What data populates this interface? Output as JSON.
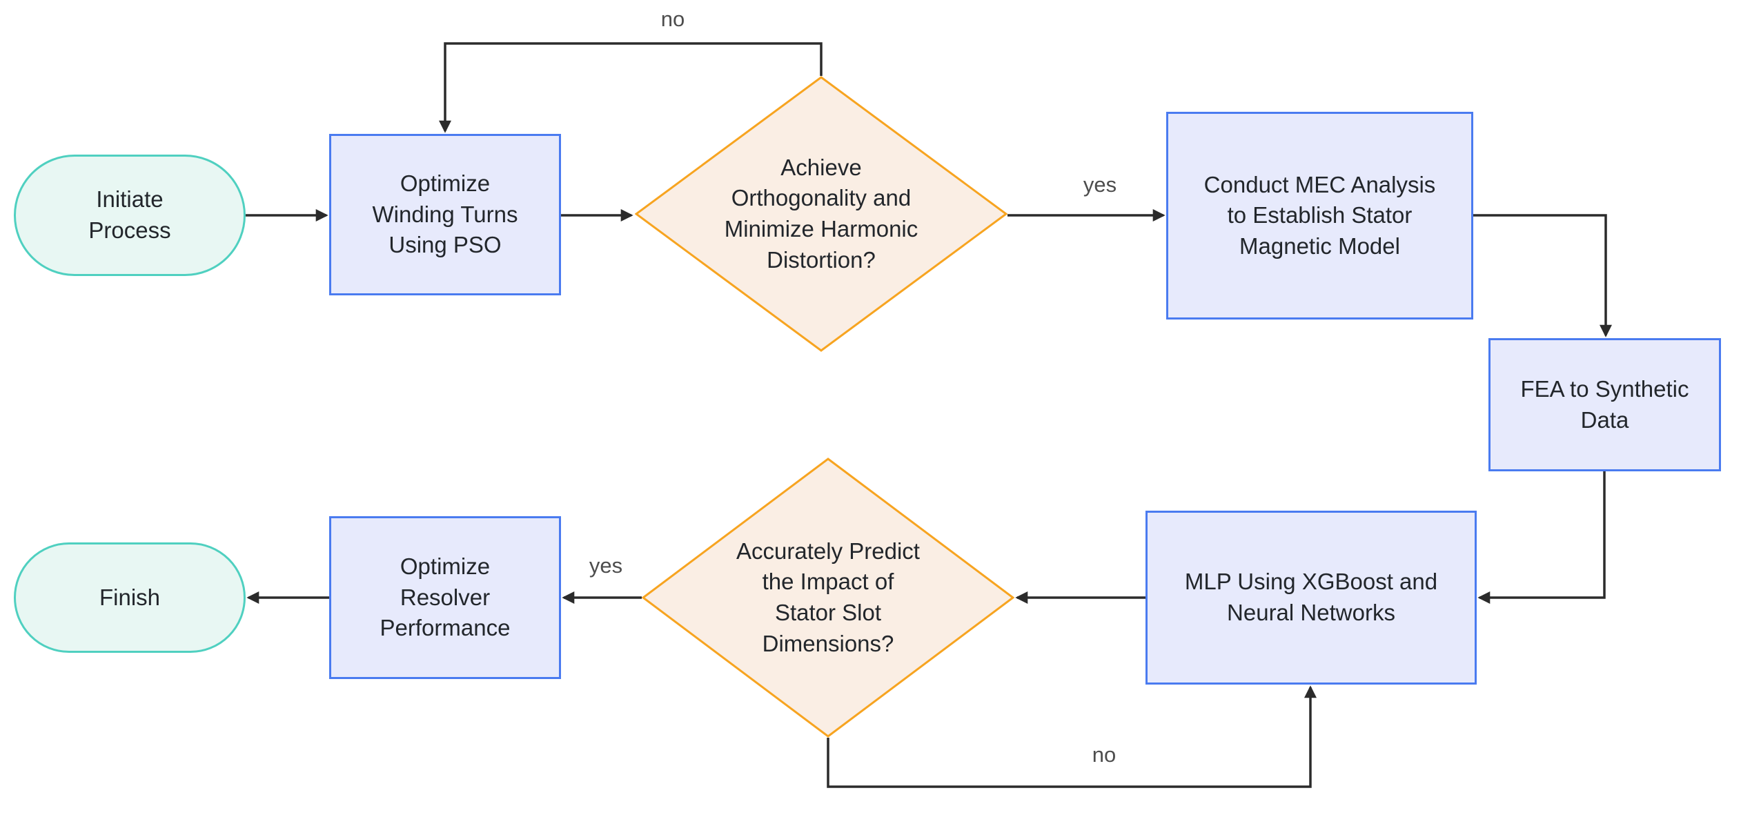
{
  "diagram": {
    "type": "flowchart",
    "background": "#ffffff",
    "colors": {
      "process_fill": "#e7eafc",
      "process_border": "#4a7bf0",
      "decision_fill": "#faeee4",
      "decision_border": "#f7a420",
      "terminal_fill": "#e8f7f3",
      "terminal_border": "#4fd0c0",
      "edge_line": "#2b2b2b",
      "edge_label_text": "#4d4d4d",
      "node_text": "#22262b"
    },
    "nodes": [
      {
        "id": "initiate",
        "shape": "stadium",
        "label": "Initiate\nProcess"
      },
      {
        "id": "optimize-winding",
        "shape": "rectangle",
        "label": "Optimize\nWinding Turns\nUsing PSO"
      },
      {
        "id": "orthogonality-decision",
        "shape": "diamond",
        "label": "Achieve\nOrthogonality and\nMinimize Harmonic\nDistortion?"
      },
      {
        "id": "mec-analysis",
        "shape": "rectangle",
        "label": "Conduct MEC Analysis\nto Establish Stator\nMagnetic Model"
      },
      {
        "id": "fea-synthetic",
        "shape": "rectangle",
        "label": "FEA to Synthetic\nData"
      },
      {
        "id": "mlp-xgboost",
        "shape": "rectangle",
        "label": "MLP Using XGBoost and\nNeural Networks"
      },
      {
        "id": "predict-decision",
        "shape": "diamond",
        "label": "Accurately Predict\nthe Impact of\nStator Slot\nDimensions?"
      },
      {
        "id": "optimize-resolver",
        "shape": "rectangle",
        "label": "Optimize\nResolver\nPerformance"
      },
      {
        "id": "finish",
        "shape": "stadium",
        "label": "Finish"
      }
    ],
    "edges": [
      {
        "from": "initiate",
        "to": "optimize-winding",
        "label": ""
      },
      {
        "from": "optimize-winding",
        "to": "orthogonality-decision",
        "label": ""
      },
      {
        "from": "orthogonality-decision",
        "to": "mec-analysis",
        "label": "yes"
      },
      {
        "from": "orthogonality-decision",
        "to": "optimize-winding",
        "label": "no"
      },
      {
        "from": "mec-analysis",
        "to": "fea-synthetic",
        "label": ""
      },
      {
        "from": "fea-synthetic",
        "to": "mlp-xgboost",
        "label": ""
      },
      {
        "from": "mlp-xgboost",
        "to": "predict-decision",
        "label": ""
      },
      {
        "from": "predict-decision",
        "to": "optimize-resolver",
        "label": "yes"
      },
      {
        "from": "predict-decision",
        "to": "mlp-xgboost",
        "label": "no"
      },
      {
        "from": "optimize-resolver",
        "to": "finish",
        "label": ""
      }
    ]
  }
}
